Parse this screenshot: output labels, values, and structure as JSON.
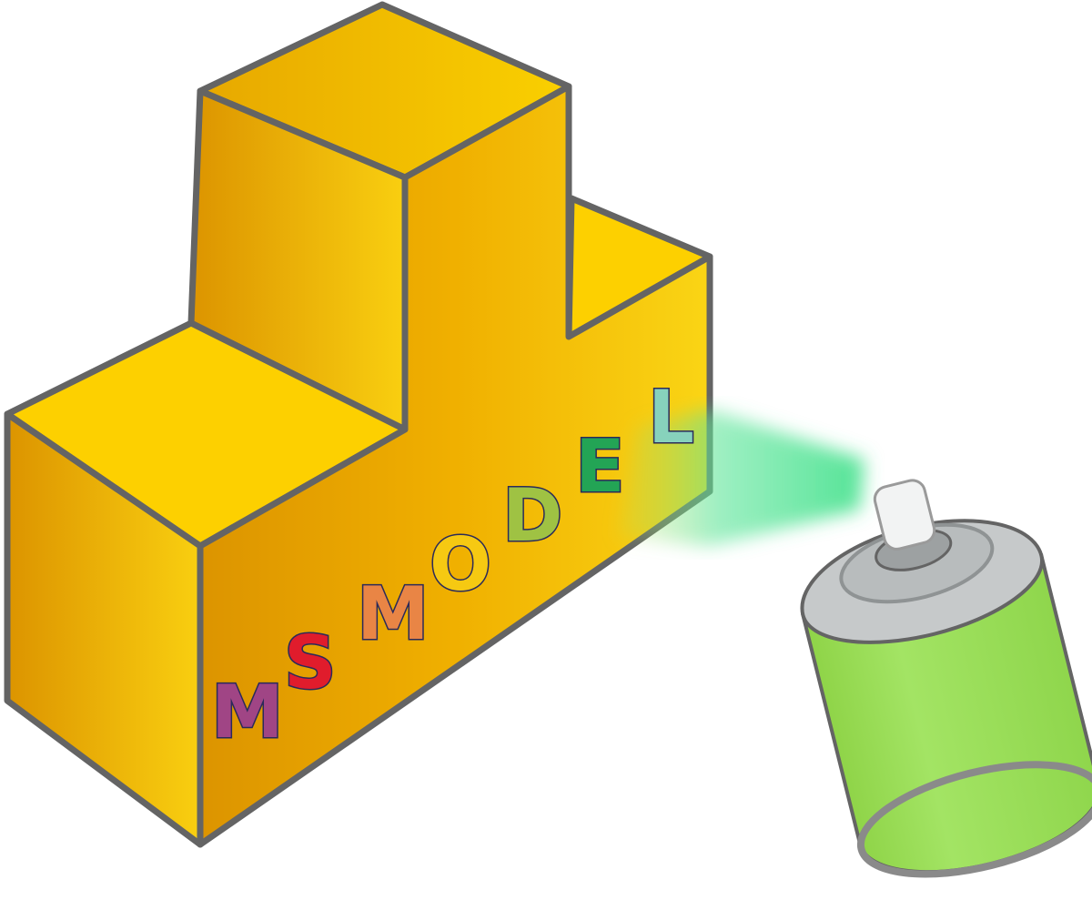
{
  "logo": {
    "lettering": "MSMODEL",
    "letters": [
      {
        "char": "M",
        "color": "#a04585"
      },
      {
        "char": "S",
        "color": "#e01c2c"
      },
      {
        "char": "M",
        "color": "#e98545"
      },
      {
        "char": "O",
        "color": "#f6c912"
      },
      {
        "char": "D",
        "color": "#9fc243"
      },
      {
        "char": "E",
        "color": "#23a455"
      },
      {
        "char": "L",
        "color": "#87d2bc"
      }
    ]
  },
  "colors": {
    "block_light": "#fdd000",
    "block_mid": "#f0b400",
    "block_dark": "#dc9400",
    "outline": "#646464",
    "can_green": "#9de05a",
    "can_silver": "#c6c9ca",
    "spray": "#5de59a"
  }
}
